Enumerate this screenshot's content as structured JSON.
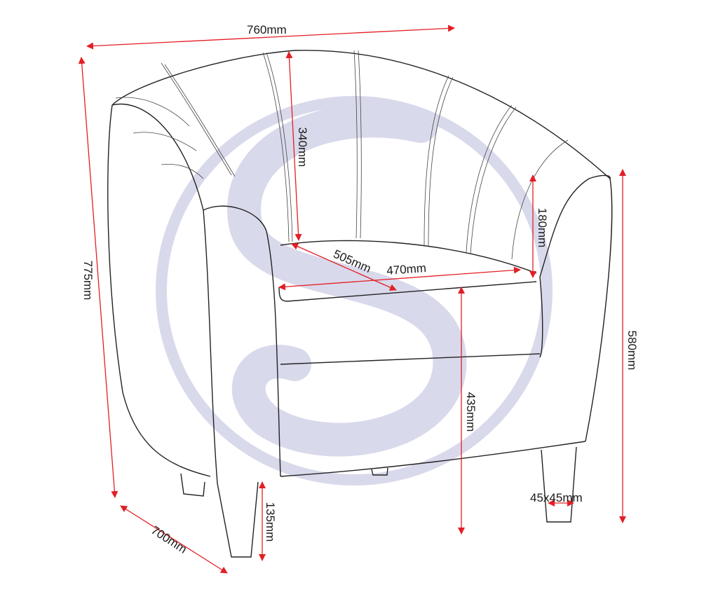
{
  "diagram": {
    "subject": "Tub chair with vertically channelled back",
    "accent_color": "#e31e24",
    "watermark_color": "#d9d9ec",
    "dimensions": {
      "width": "760mm",
      "height": "775mm",
      "depth": "700mm",
      "back_height": "340mm",
      "arm_height": "180mm",
      "seat_depth": "505mm",
      "seat_width": "470mm",
      "overall_arm_height": "580mm",
      "seat_height": "435mm",
      "leg_height": "135mm",
      "leg_section": "45x45mm"
    }
  }
}
